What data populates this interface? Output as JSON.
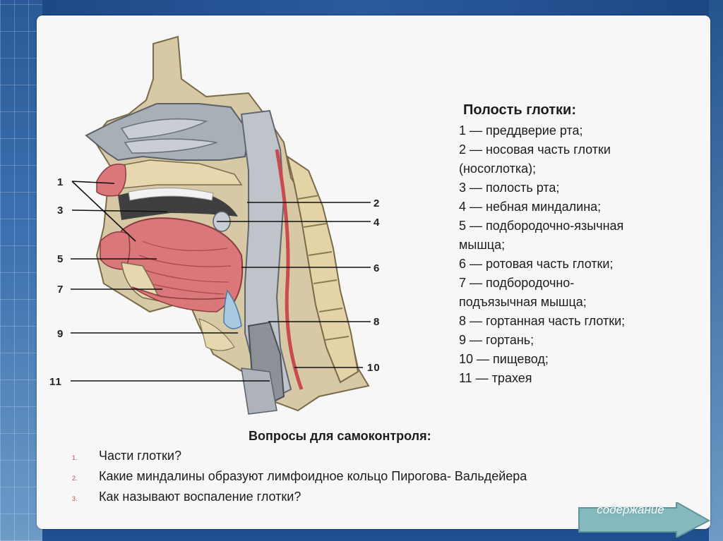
{
  "diagram": {
    "callouts": [
      "1",
      "2",
      "3",
      "4",
      "5",
      "6",
      "7",
      "8",
      "9",
      "10",
      "11"
    ]
  },
  "legend": {
    "title": "Полость глотки:",
    "items": [
      "1 — преддверие рта;",
      " 2 — носовая часть глотки",
      "(носоглотка);",
      " 3 — полость рта;",
      "4 — небная миндалина;",
      "5 — подбородочно-язычная",
      "мышца;",
      "6 — ротовая часть глотки;",
      "7 — подбородочно-",
      "подъязычная мышца;",
      "8 — гортанная часть глотки;",
      " 9 — гортань;",
      "10 — пищевод;",
      "11 — трахея"
    ]
  },
  "questions": {
    "title": "Вопросы для самоконтроля:",
    "items": [
      {
        "marker": "1.",
        "text": "Части глотки?"
      },
      {
        "marker": "2.",
        "text": "Какие миндалины образуют лимфоидное кольцо Пирогова- Вальдейера"
      },
      {
        "marker": "3.",
        "text": "Как называют воспаление глотки?"
      }
    ]
  },
  "nav": {
    "label": "содержание",
    "icon": "arrow-right-icon",
    "color": "#7fb3b6"
  },
  "colors": {
    "slide_background": "#f7f7f7",
    "frame_blue": "#1f4f8e",
    "muscle": "#d9777a",
    "bone": "#e8d9b0",
    "soft_tissue": "#b9bfc6"
  }
}
